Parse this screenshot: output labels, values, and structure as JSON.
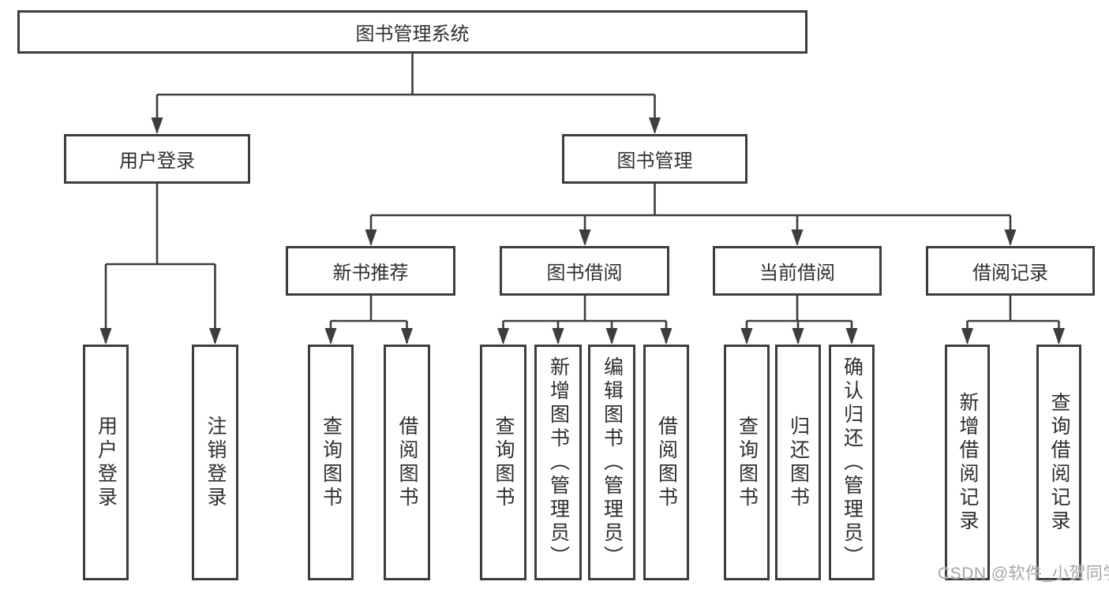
{
  "nodes": {
    "root": {
      "label": "图书管理系统"
    },
    "level2": [
      {
        "label": "用户登录"
      },
      {
        "label": "图书管理"
      }
    ],
    "level3": [
      {
        "label": "新书推荐"
      },
      {
        "label": "图书借阅"
      },
      {
        "label": "当前借阅"
      },
      {
        "label": "借阅记录"
      }
    ],
    "leaves": [
      {
        "label": "用户登录"
      },
      {
        "label": "注销登录"
      },
      {
        "label": "查询图书"
      },
      {
        "label": "借阅图书"
      },
      {
        "label": "查询图书"
      },
      {
        "label": "新增图书（管理员）"
      },
      {
        "label": "编辑图书（管理员）"
      },
      {
        "label": "借阅图书"
      },
      {
        "label": "查询图书"
      },
      {
        "label": "归还图书"
      },
      {
        "label": "确认归还（管理员）"
      },
      {
        "label": "新增借阅记录"
      },
      {
        "label": "查询借阅记录"
      }
    ]
  },
  "watermark": {
    "text": "CSDN @软件_小贺同学"
  },
  "colors": {
    "line": "#3d3d3f",
    "text": "#2f2f2f",
    "watermark": "#a6a6a6",
    "background": "#ffffff"
  }
}
